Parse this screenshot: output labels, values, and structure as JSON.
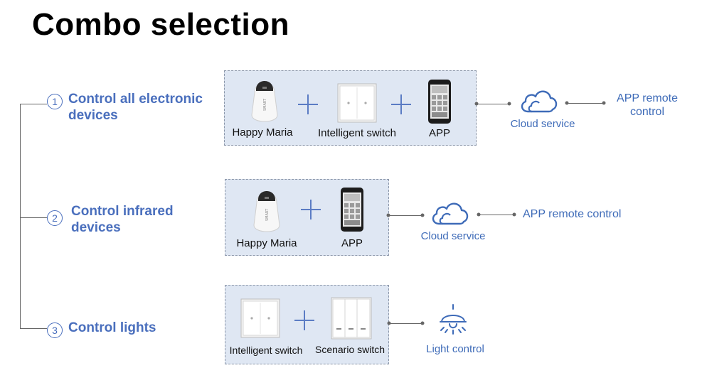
{
  "title": "Combo selection",
  "options": [
    {
      "number": "1",
      "label_line1": "Control all electronic",
      "label_line2": "devices",
      "items": [
        "Happy Maria",
        "Intelligent switch",
        "APP"
      ],
      "cloud_label": "Cloud service",
      "result_line1": "APP remote",
      "result_line2": "control"
    },
    {
      "number": "2",
      "label_line1": "Control infrared",
      "label_line2": "devices",
      "items": [
        "Happy Maria",
        "APP"
      ],
      "cloud_label": "Cloud service",
      "result": "APP remote control"
    },
    {
      "number": "3",
      "label": "Control lights",
      "items": [
        "Intelligent switch",
        "Scenario switch"
      ],
      "result": "Light control"
    }
  ],
  "colors": {
    "accent": "#4a6fbd",
    "box_fill": "#dfe7f3",
    "line": "#666666"
  },
  "icons": [
    "speaker-icon",
    "switch-icon",
    "phone-icon",
    "cloud-icon",
    "lamp-icon",
    "scenario-switch-icon"
  ]
}
